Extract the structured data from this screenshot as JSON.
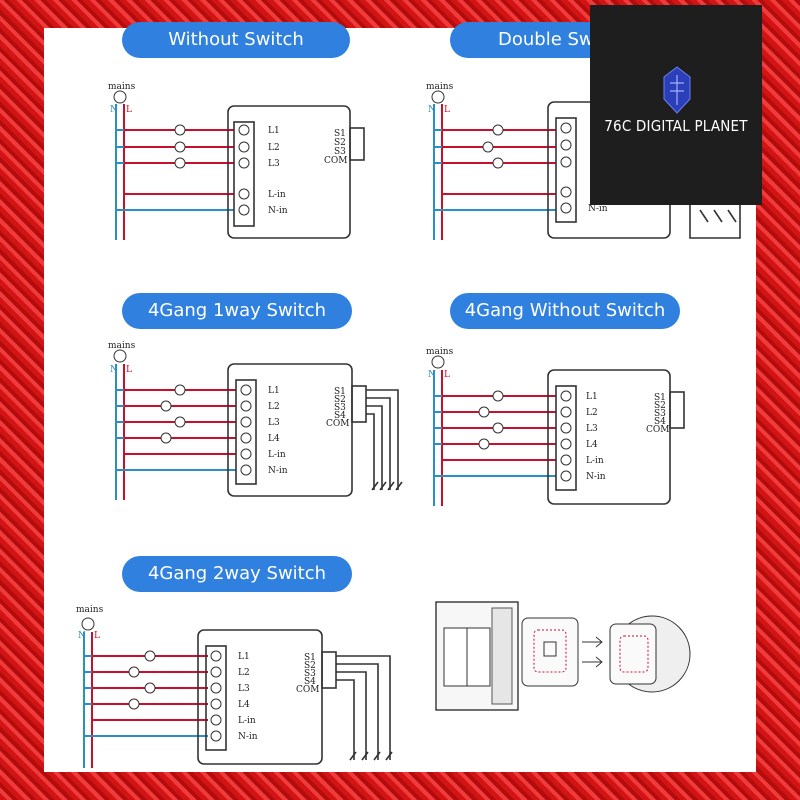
{
  "diagrams": {
    "without_switch": {
      "title": "Without Switch"
    },
    "double_switch": {
      "title": "Double Switch",
      "visible_title": "Double Sw"
    },
    "gang4_1way": {
      "title": "4Gang 1way Switch"
    },
    "gang4_without": {
      "title": "4Gang Without Switch"
    },
    "gang4_2way": {
      "title": "4Gang 2way Switch"
    }
  },
  "labels": {
    "mains": "mains",
    "n": "N",
    "l": "L",
    "l1": "L1",
    "l2": "L2",
    "l3": "L3",
    "l4": "L4",
    "lin": "L-in",
    "nin": "N-in",
    "s1": "S1",
    "s2": "S2",
    "s3": "S3",
    "s4": "S4",
    "com": "COM"
  },
  "watermark": {
    "text": "76C DIGITAL PLANET"
  },
  "colors": {
    "neutral_wire": "#2a8fc6",
    "live_wire": "#c8102e",
    "pill": "#2f80df",
    "frame": "#d21414"
  }
}
